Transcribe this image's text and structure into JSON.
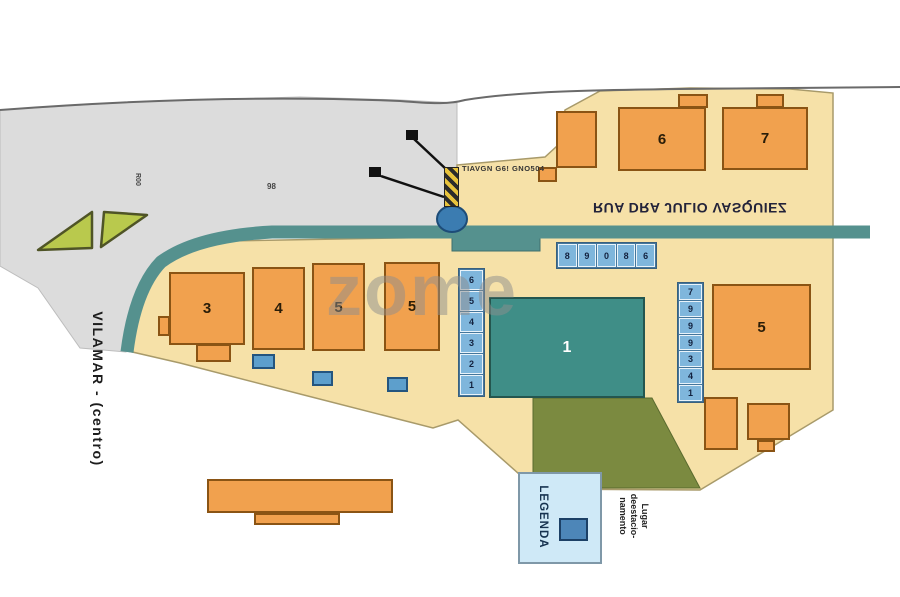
{
  "watermark": "zome",
  "streets": {
    "main": "RUA DRA JULIO VASQUIEZ",
    "left": "VILAMAR - (centro)",
    "top_note": "TIAVGN G6! GNO504",
    "mark_r": "R00",
    "mark_98": "98"
  },
  "buildings": {
    "b3": "3",
    "b4": "4",
    "b5a": "5",
    "b5b": "5",
    "b6": "6",
    "b7": "7",
    "b1": "1",
    "b5r": "5"
  },
  "parking": {
    "left_column": [
      "6",
      "5",
      "4",
      "3",
      "2",
      "1"
    ],
    "top_row": [
      "8",
      "9",
      "0",
      "8",
      "6"
    ],
    "right_column": [
      "7",
      "9",
      "9",
      "9",
      "3",
      "4",
      "1"
    ]
  },
  "legend": {
    "title": "LEGENDA",
    "item_label": "Lugar deestacio- namento",
    "swatch_color": "#4d86b8"
  },
  "colors": {
    "site_fill": "#f6e1a8",
    "road_gray": "#dcdcdc",
    "road_teal": "#55918e",
    "building_orange": "#f1a14e",
    "building_teal": "#3f8e87",
    "parking_blue": "#7fb6dc",
    "marker_blue": "#5d9fcc",
    "green_area": "#7b8a40",
    "legend_bg": "#cfe9f7"
  }
}
